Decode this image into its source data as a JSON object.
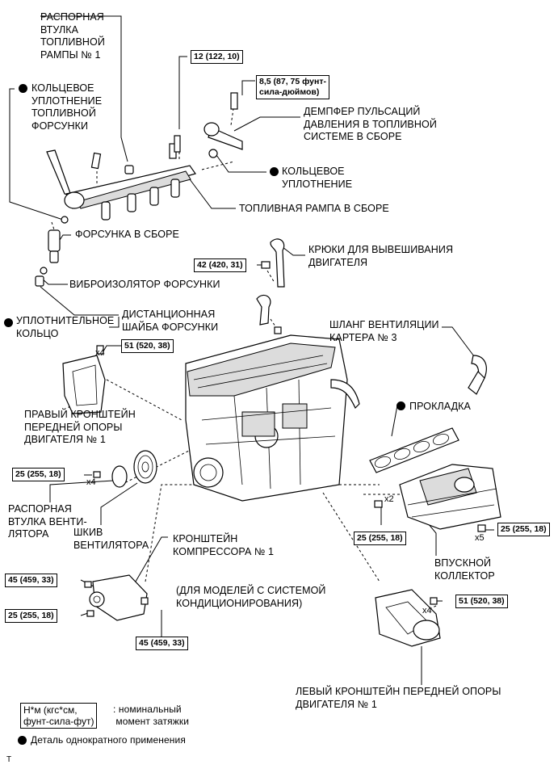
{
  "labels": {
    "fuel_rail_spacer": "РАСПОРНАЯ\nВТУЛКА\nТОПЛИВНОЙ\nРАМПЫ № 1",
    "injector_oring": "КОЛЬЦЕВОЕ\nУПЛОТНЕНИЕ\nТОПЛИВНОЙ\nФОРСУНКИ",
    "pulsation_damper": "ДЕМПФЕР ПУЛЬСАЦИЙ\nДАВЛЕНИЯ В ТОПЛИВНОЙ\nСИСТЕМЕ В СБОРЕ",
    "oring": "КОЛЬЦЕВОЕ\nУПЛОТНЕНИЕ",
    "fuel_rail": "ТОПЛИВНАЯ РАМПА В СБОРЕ",
    "injector": "ФОРСУНКА В СБОРЕ",
    "engine_hooks": "КРЮКИ ДЛЯ ВЫВЕШИВАНИЯ\nДВИГАТЕЛЯ",
    "injector_insulator": "ВИБРОИЗОЛЯТОР ФОРСУНКИ",
    "seal_ring": "УПЛОТНИТЕЛЬНОЕ\nКОЛЬЦО",
    "injector_spacer": "ДИСТАНЦИОННАЯ\nШАЙБА ФОРСУНКИ",
    "ventilation_hose": "ШЛАНГ ВЕНТИЛЯЦИИ\nКАРТЕРА № 3",
    "right_bracket": "ПРАВЫЙ КРОНШТЕЙН\nПЕРЕДНЕЙ ОПОРЫ\nДВИГАТЕЛЯ № 1",
    "gasket": "ПРОКЛАДКА",
    "fan_spacer": "РАСПОРНАЯ\nВТУЛКА ВЕНТИ-\nЛЯТОРА",
    "fan_pulley": "ШКИВ\nВЕНТИЛЯТОРА",
    "compressor_bracket": "КРОНШТЕЙН\nКОМПРЕССОРА № 1",
    "intake_manifold": "ВПУСКНОЙ\nКОЛЛЕКТОР",
    "ac_models": "(ДЛЯ МОДЕЛЕЙ С СИСТЕМОЙ\nКОНДИЦИОНИРОВАНИЯ)",
    "left_bracket": "ЛЕВЫЙ КРОНШТЕЙН ПЕРЕДНЕЙ ОПОРЫ\nДВИГАТЕЛЯ № 1"
  },
  "torques": {
    "t_rail": "12 (122, 10)",
    "t_damper": "8,5 (87, 75 фунт-\nсила-дюймов)",
    "t_hooks": "42 (420, 31)",
    "t_right_bracket": "51 (520, 38)",
    "t_fan": "25 (255, 18)",
    "t_comp_a": "45 (459, 33)",
    "t_comp_b": "25 (255, 18)",
    "t_comp_c": "45 (459, 33)",
    "t_manifold_a": "25 (255, 18)",
    "t_manifold_b": "25 (255, 18)",
    "t_left_bracket": "51 (520, 38)"
  },
  "counts": {
    "c_right_bracket": "x4",
    "c_fan": "x4",
    "c_manifold_a": "x2",
    "c_manifold_b": "x5",
    "c_left_bracket": "x4"
  },
  "legend": {
    "unit_box": "Н*м (кгс*см,\nфунт-сила-фут)",
    "unit_text": ": номинальный\n момент затяжки",
    "single_use": "Деталь однократного применения"
  },
  "corner_mark": "T"
}
